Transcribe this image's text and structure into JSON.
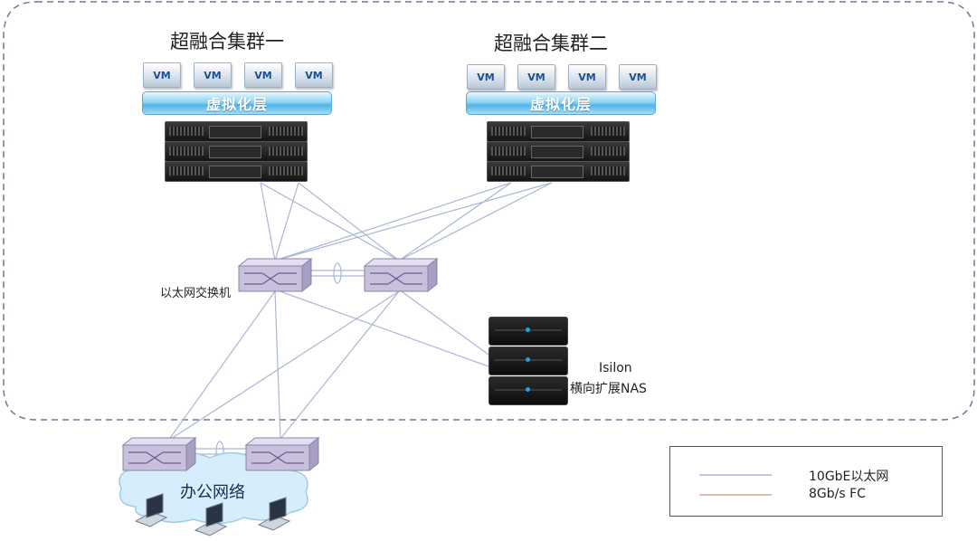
{
  "clusters": [
    {
      "title": "超融合集群一",
      "vm_labels": [
        "VM",
        "VM",
        "VM",
        "VM"
      ],
      "layer": "虚拟化层"
    },
    {
      "title": "超融合集群二",
      "vm_labels": [
        "VM",
        "VM",
        "VM",
        "VM"
      ],
      "layer": "虚拟化层"
    }
  ],
  "switch_label": "以太网交换机",
  "storage": {
    "name": "Isilon",
    "desc": "横向扩展NAS"
  },
  "office": {
    "label": "办公网络"
  },
  "legend": [
    {
      "label": "10GbE以太网",
      "color": "#a9b6d6"
    },
    {
      "label": "8Gb/s FC",
      "color": "#d8a59a"
    }
  ],
  "colors": {
    "boundary": "#6b7a99",
    "link": "#a9b6d6",
    "switch": "#c9c0dc"
  }
}
